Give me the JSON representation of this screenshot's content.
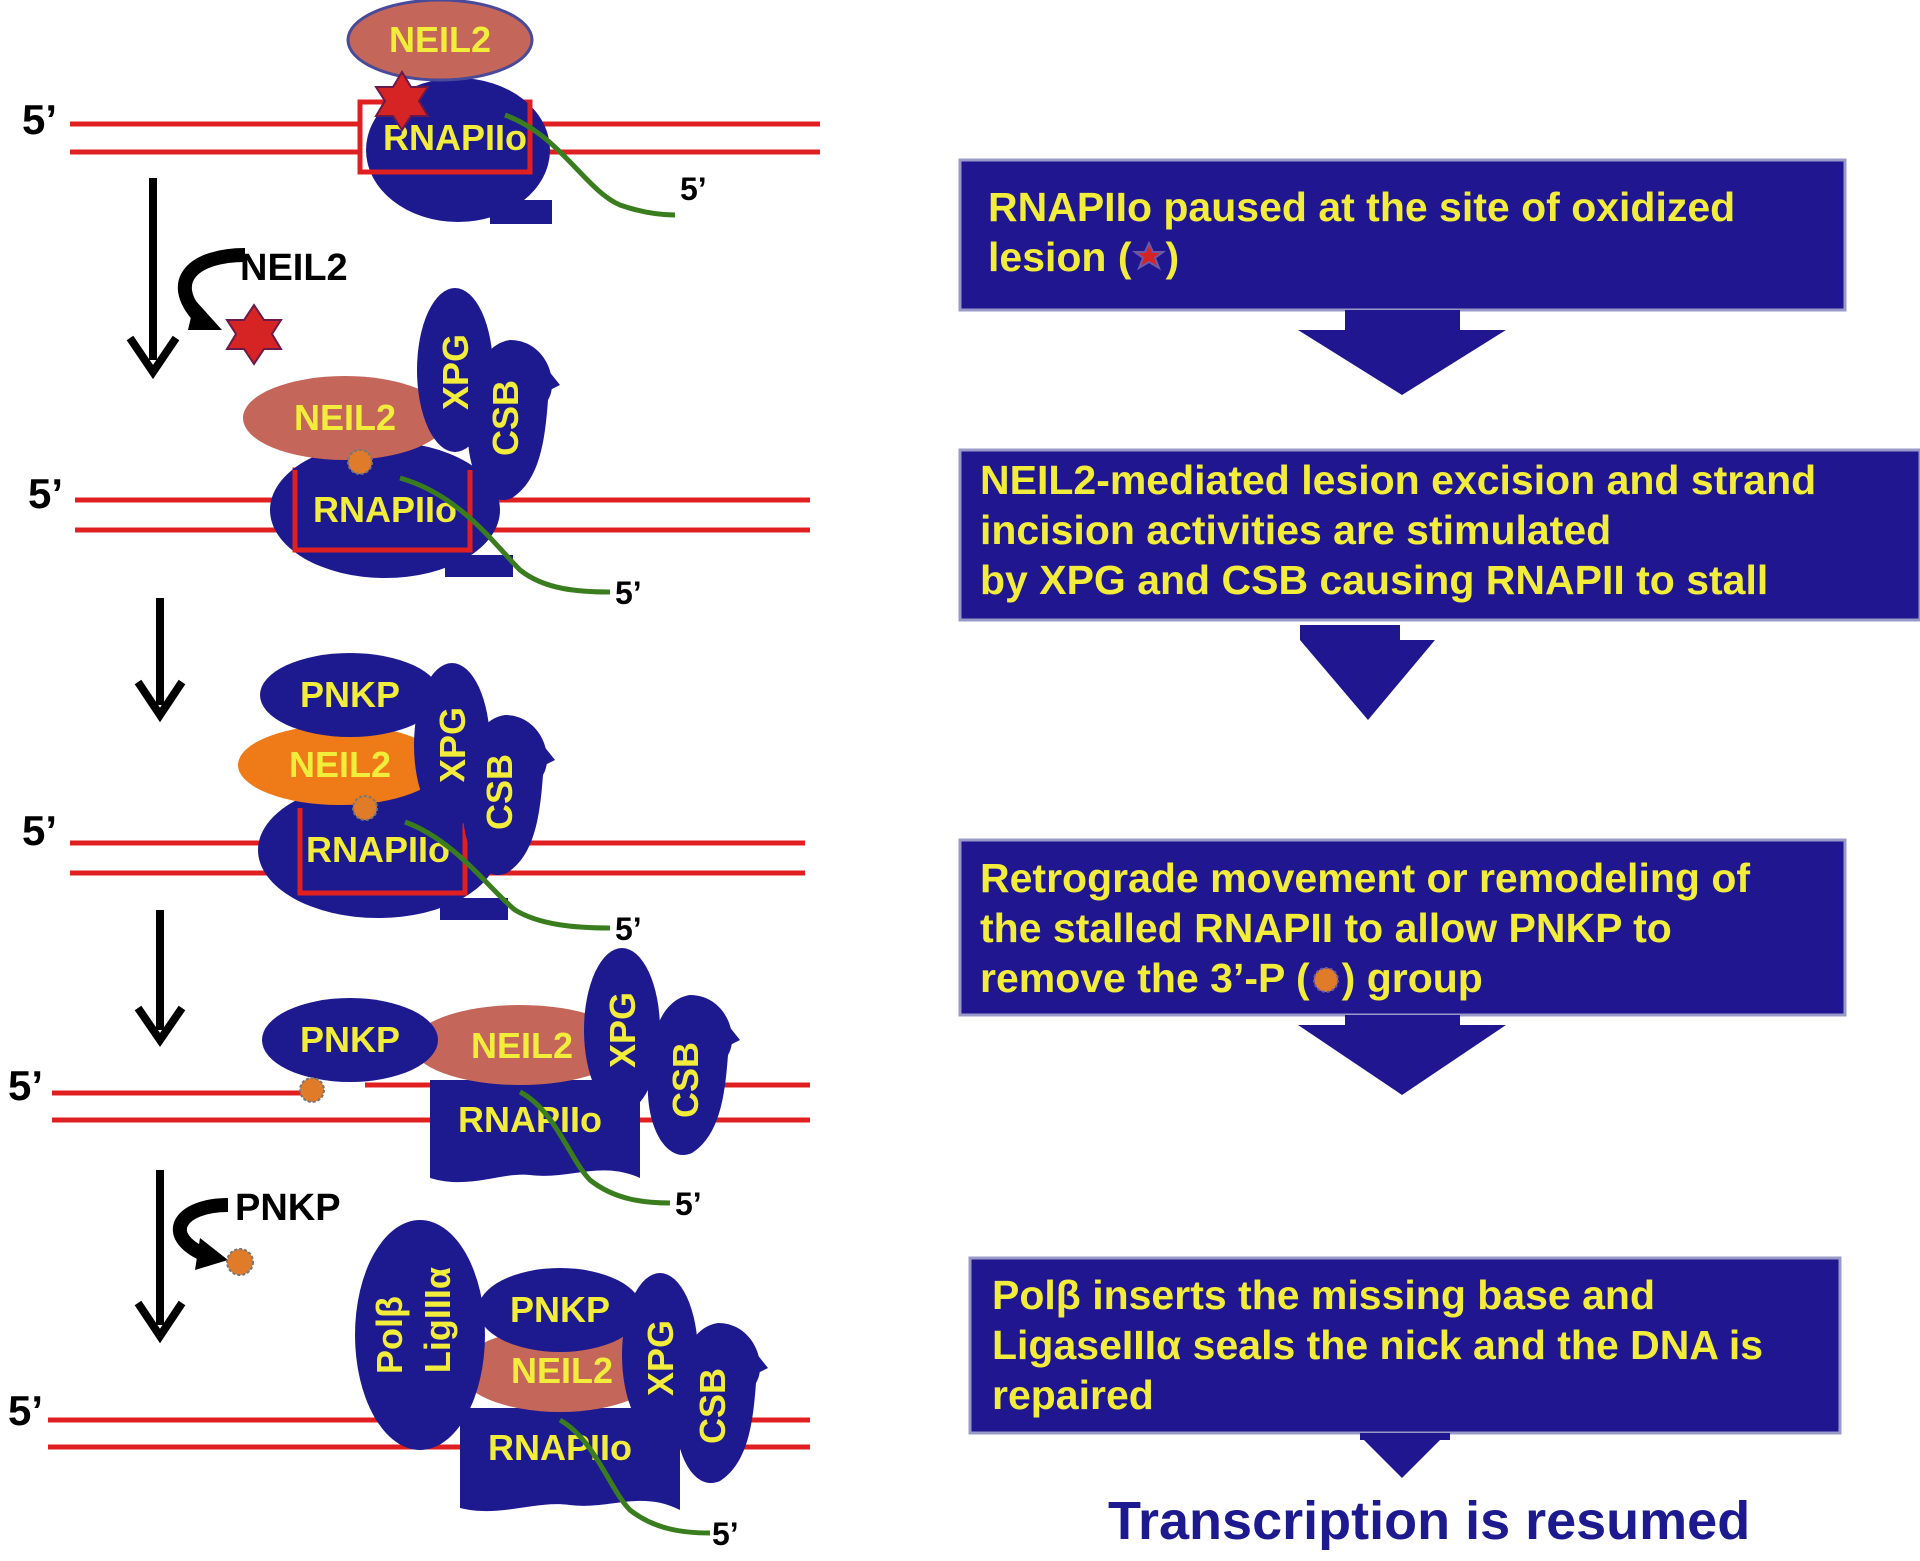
{
  "labels": {
    "five_prime": "5’",
    "neil2": "NEIL2",
    "rnap": "RNAPIIo",
    "xpg": "XPG",
    "csb": "CSB",
    "pnkp": "PNKP",
    "polb": "Polβ",
    "lig": "LigIIIα"
  },
  "side_labels": {
    "neil2_release": "NEIL2",
    "pnkp_release": "PNKP"
  },
  "steps": [
    {
      "lines": [
        "RNAPIIo paused at the site of oxidized",
        "lesion (",
        ")"
      ]
    },
    {
      "lines": [
        "NEIL2-mediated lesion excision and strand",
        "incision activities are stimulated",
        "by XPG and CSB causing RNAPII to stall"
      ]
    },
    {
      "lines": [
        "Retrograde movement or remodeling of",
        "the stalled RNAPII to allow PNKP to",
        "remove the 3’-P (",
        ") group"
      ]
    },
    {
      "lines": [
        "Polβ inserts the missing base and",
        "LigaseIIIα seals the nick and the DNA is",
        "repaired"
      ]
    }
  ],
  "final": "Transcription is resumed",
  "colors": {
    "navy": "#1d1a8f",
    "box": "#1f1690",
    "text_yellow": "#f2ec3b",
    "dna_red": "#e02020",
    "rna_green": "#3a7d1e",
    "neil2_fill": "#c4665a",
    "neil2_bright": "#ef7a18",
    "lesion_red": "#d62424",
    "phosphate_orange": "#e07b2a"
  }
}
